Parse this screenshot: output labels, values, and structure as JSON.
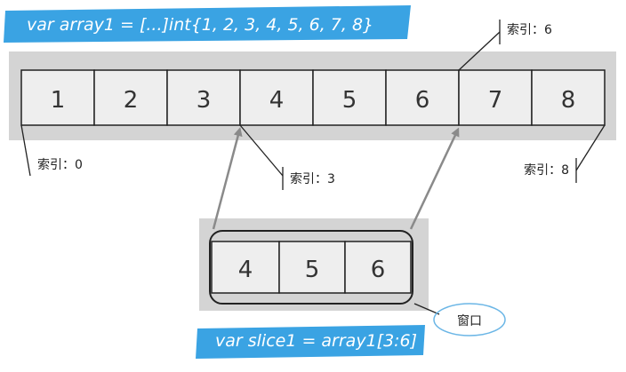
{
  "array_declaration": "var array1 = [...]int{1, 2, 3, 4, 5, 6, 7, 8}",
  "array_cells": [
    "1",
    "2",
    "3",
    "4",
    "5",
    "6",
    "7",
    "8"
  ],
  "index_labels": {
    "idx0": "索引：0",
    "idx3": "索引：3",
    "idx6": "索引：6",
    "idx8": "索引：8"
  },
  "slice_cells": [
    "4",
    "5",
    "6"
  ],
  "window_label": "窗口",
  "slice_declaration": "var slice1 = array1[3:6]",
  "colors": {
    "banner": "#3aa3e3",
    "shadow": "#d4d4d4",
    "cell_fill": "#eeeeee",
    "stroke": "#222222",
    "arrow": "#8a8a8a",
    "window_ellipse": "#6bb6e6"
  }
}
